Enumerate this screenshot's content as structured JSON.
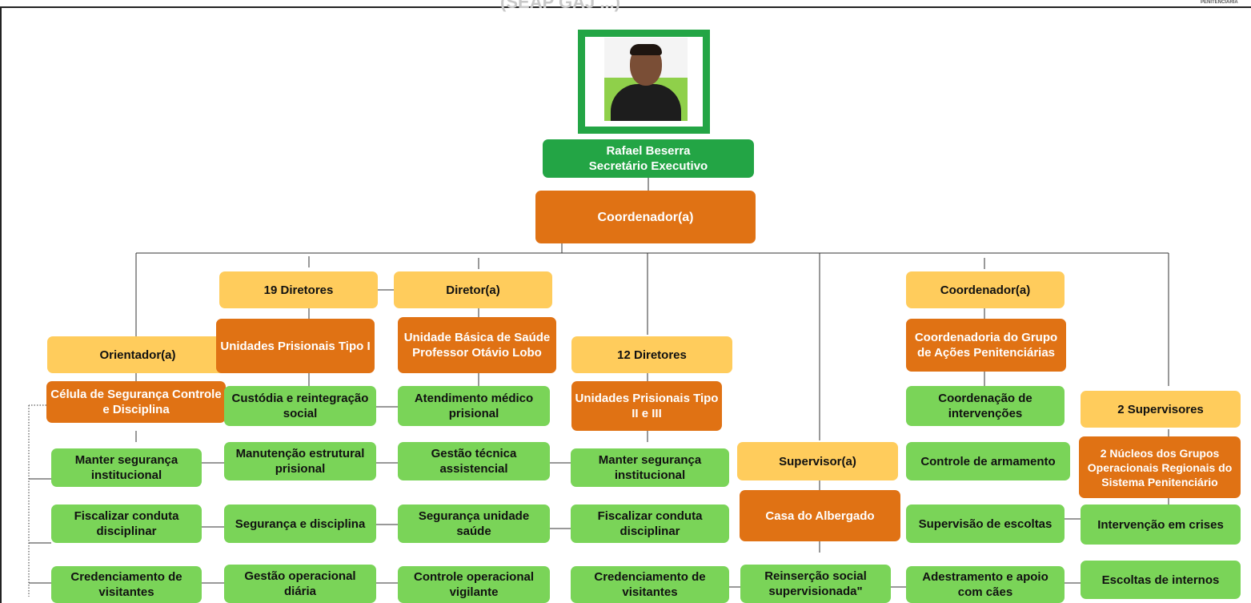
{
  "header": {
    "cut_title": "(SEAP GAJ ...)",
    "brand": "PENITENCIÁRIA"
  },
  "chart_data": {
    "type": "org-chart",
    "colors": {
      "yellow": "#ffcc5c",
      "orange": "#e07214",
      "green": "#7ad458",
      "dark_green": "#23a545"
    },
    "photo": "person-photo",
    "head": {
      "name": "Rafael Beserra",
      "title": "Secretário Executivo"
    },
    "coordinator": "Coordenador(a)",
    "branches": {
      "orientador": {
        "role": "Orientador(a)",
        "unit": "Célula de Segurança Controle e Disciplina",
        "tasks": [
          "Manter segurança institucional",
          "Fiscalizar conduta disciplinar",
          "Credenciamento de visitantes"
        ]
      },
      "tipo1": {
        "role": "19 Diretores",
        "unit": "Unidades Prisionais Tipo I",
        "tasks": [
          "Custódia e reintegração social",
          "Manutenção estrutural prisional",
          "Segurança e disciplina",
          "Gestão operacional diária"
        ]
      },
      "saude": {
        "role": "Diretor(a)",
        "unit": "Unidade Básica de Saúde Professor Otávio Lobo",
        "tasks": [
          "Atendimento médico prisional",
          "Gestão técnica assistencial",
          "Segurança unidade saúde",
          "Controle operacional vigilante"
        ]
      },
      "tipo2": {
        "role": "12 Diretores",
        "unit": "Unidades Prisionais Tipo II e III",
        "tasks": [
          "Manter segurança institucional",
          "Fiscalizar conduta disciplinar",
          "Credenciamento de visitantes"
        ]
      },
      "albergado": {
        "role": "Supervisor(a)",
        "unit": "Casa do Albergado",
        "tasks": [
          "Reinserção social supervisionada\""
        ]
      },
      "gap": {
        "role": "Coordenador(a)",
        "unit": "Coordenadoria do Grupo de Ações Penitenciárias",
        "tasks": [
          "Coordenação de intervenções",
          "Controle de armamento",
          "Supervisão de escoltas",
          "Adestramento e apoio com cães"
        ]
      },
      "nucleos": {
        "role": "2 Supervisores",
        "unit": "2 Núcleos dos Grupos Operacionais Regionais do Sistema Penitenciário",
        "tasks": [
          "Intervenção em crises",
          "Escoltas de internos"
        ]
      }
    }
  }
}
